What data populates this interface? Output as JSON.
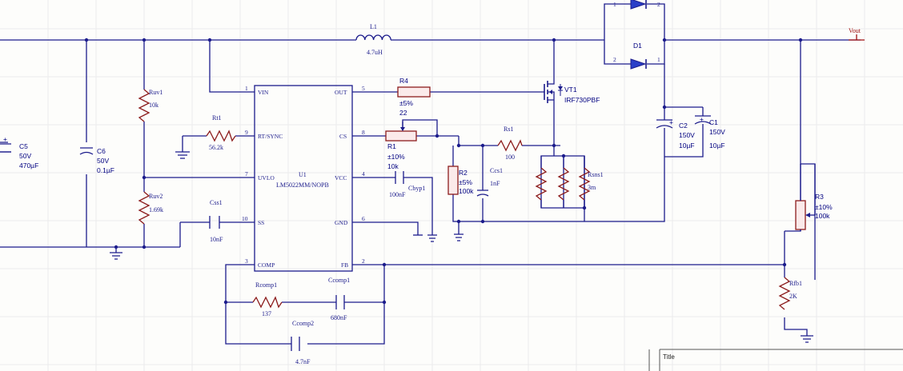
{
  "labels": {
    "L1": "L1",
    "L1_val": "4.7uH",
    "C5": "C5",
    "C5_v": "50V",
    "C5_val": "470µF",
    "C6": "C6",
    "C6_v": "50V",
    "C6_val": "0.1µF",
    "Ruv1": "Ruv1",
    "Ruv1_val": "10k",
    "Ruv2": "Ruv2",
    "Ruv2_val": "1.69k",
    "Rt1": "Rt1",
    "Rt1_val": "56.2k",
    "Css1": "Css1",
    "Css1_val": "10nF",
    "U1": "U1",
    "U1_part": "LM5022MM/NOPB",
    "R4": "R4",
    "R4_tol": "±5%",
    "R4_val": "22",
    "R1": "R1",
    "R1_tol": "±10%",
    "R1_val": "10k",
    "Cbyp1": "Cbyp1",
    "Cbyp1_val": "100nF",
    "R2": "R2",
    "R2_tol": "±5%",
    "R2_val": "100k",
    "Ccs1": "Ccs1",
    "Ccs1_val": "1nF",
    "Rs1": "Rs1",
    "Rs1_val": "100",
    "Rsns1": "Rsns1",
    "Rsns1_val": "3m",
    "VT1": "VT1",
    "VT1_part": "IRF730PBF",
    "D1": "D1",
    "C2": "C2",
    "C2_v": "150V",
    "C2_val": "10µF",
    "C1": "C1",
    "C1_v": "150V",
    "C1_val": "10µF",
    "R3": "R3",
    "R3_tol": "±10%",
    "R3_val": "100k",
    "Rfb1": "Rfb1",
    "Rfb1_val": "2K",
    "Rcomp1": "Rcomp1",
    "Rcomp1_val": "137",
    "Ccomp1": "Ccomp1",
    "Ccomp1_val": "680nF",
    "Ccomp2": "Ccomp2",
    "Ccomp2_val": "4.7nF",
    "Vout": "Vout",
    "title_block": "Title"
  },
  "u1_pins": {
    "vin": "VIN",
    "rt": "RT/SYNC",
    "uvlo": "UVLO",
    "ss": "SS",
    "comp": "COMP",
    "out": "OUT",
    "cs": "CS",
    "vcc": "VCC",
    "gnd": "GND",
    "fb": "FB",
    "n1": "1",
    "n9": "9",
    "n7": "7",
    "n10": "10",
    "n3": "3",
    "n5": "5",
    "n8": "8",
    "n4": "4",
    "n6": "6",
    "n2": "2"
  },
  "diode_pins": {
    "d1a": "1",
    "d1b": "2",
    "d2a": "2",
    "d2b": "1"
  },
  "colors": {
    "wire": "#1c1c8c",
    "component": "#8c1c1c",
    "net_label": "#a01010",
    "background": "#fdfdfb"
  }
}
